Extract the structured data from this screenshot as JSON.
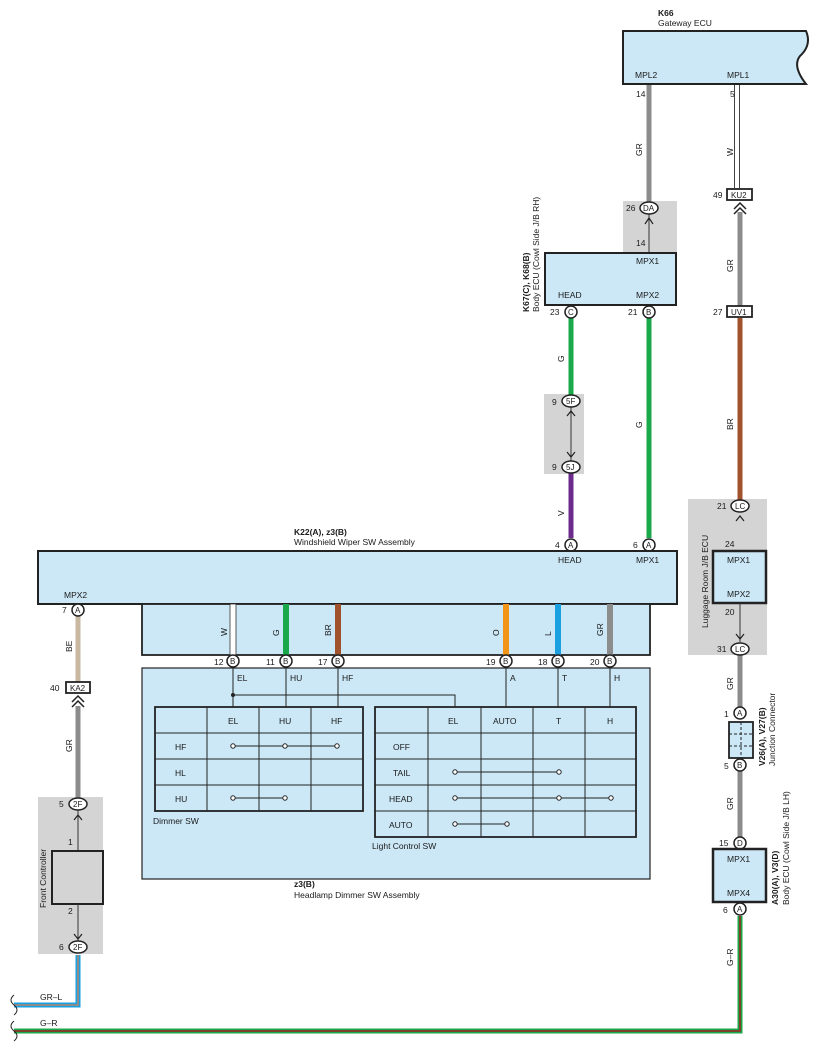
{
  "gateway": {
    "code": "K66",
    "name": "Gateway ECU",
    "pin_left": "MPL2",
    "pin_right": "MPL1",
    "pin_left_no": "14",
    "pin_right_no": "5"
  },
  "body_ecu_rh": {
    "code": "K67(C), K68(B)",
    "name": "Body ECU (Cowl Side J/B RH)",
    "pin_top": "MPX1",
    "pin_head": "HEAD",
    "pin_mpx2": "MPX2",
    "pin_top_no": "14",
    "pin_head_no": "23",
    "pin_head_conn": "C",
    "pin_mpx2_no": "21",
    "pin_mpx2_conn": "B"
  },
  "connectors": {
    "da_no": "26",
    "da": "DA",
    "ku2_no": "49",
    "ku2": "KU2",
    "uv1_no": "27",
    "uv1": "UV1",
    "f5_no": "9",
    "f5": "5F",
    "j5_no": "9",
    "j5": "5J",
    "ka2_no": "40",
    "ka2": "KA2",
    "f2a_no": "5",
    "f2": "2F",
    "f2b_no": "6"
  },
  "wires": {
    "gr": "GR",
    "w": "W",
    "g": "G",
    "br": "BR",
    "v": "V",
    "be": "BE",
    "o": "O",
    "l": "L",
    "gr_l": "GR–L",
    "g_r": "G–R"
  },
  "wiper_sw": {
    "code": "K22(A), z3(B)",
    "name": "Windshield Wiper SW Assembly",
    "mpx2": "MPX2",
    "mpx2_no": "7",
    "head": "HEAD",
    "head_no": "4",
    "mpx1": "MPX1",
    "mpx1_no": "6",
    "conn_a": "A",
    "conn_b": "B",
    "b_pins": [
      "12",
      "11",
      "17",
      "19",
      "18",
      "20"
    ]
  },
  "headlamp_sw": {
    "code": "z3(B)",
    "name": "Headlamp Dimmer SW Assembly",
    "term_el": "EL",
    "term_hu": "HU",
    "term_hf": "HF",
    "term_a": "A",
    "term_t": "T",
    "term_h": "H"
  },
  "dimmer_table": {
    "caption": "Dimmer SW",
    "columns": [
      "EL",
      "HU",
      "HF"
    ],
    "rows": [
      "HF",
      "HL",
      "HU"
    ]
  },
  "light_table": {
    "caption": "Light Control SW",
    "columns": [
      "EL",
      "AUTO",
      "T",
      "H"
    ],
    "rows": [
      "OFF",
      "TAIL",
      "HEAD",
      "AUTO"
    ]
  },
  "luggage_ecu": {
    "name": "Luggage Room J/B ECU",
    "mpx1": "MPX1",
    "mpx2": "MPX2",
    "lc": "LC",
    "pin_top": "21",
    "pin_mpx1": "24",
    "pin_mpx2": "20",
    "pin_bottom": "31"
  },
  "junction": {
    "code": "V26(A), V27(B)",
    "name": "Junction Connector",
    "pin_a_no": "1",
    "pin_a": "A",
    "pin_b_no": "5",
    "pin_b": "B"
  },
  "body_ecu_lh": {
    "code": "A30(A), V3(D)",
    "name": "Body ECU (Cowl Side J/B LH)",
    "mpx1": "MPX1",
    "mpx4": "MPX4",
    "pin_top_no": "15",
    "pin_top_conn": "D",
    "pin_bottom_no": "6",
    "pin_bottom_conn": "A"
  },
  "front_controller": {
    "name": "Front Controller",
    "pin_top": "1",
    "pin_bottom": "2"
  },
  "colors": {
    "gray": "#8c8c8c",
    "green": "#19a84a",
    "brown": "#a0522d",
    "violet": "#6b2a8c",
    "beige": "#c8b8a2",
    "orange": "#f29418",
    "blue": "#1aa0e0",
    "light_blue": "#cce8f7"
  }
}
